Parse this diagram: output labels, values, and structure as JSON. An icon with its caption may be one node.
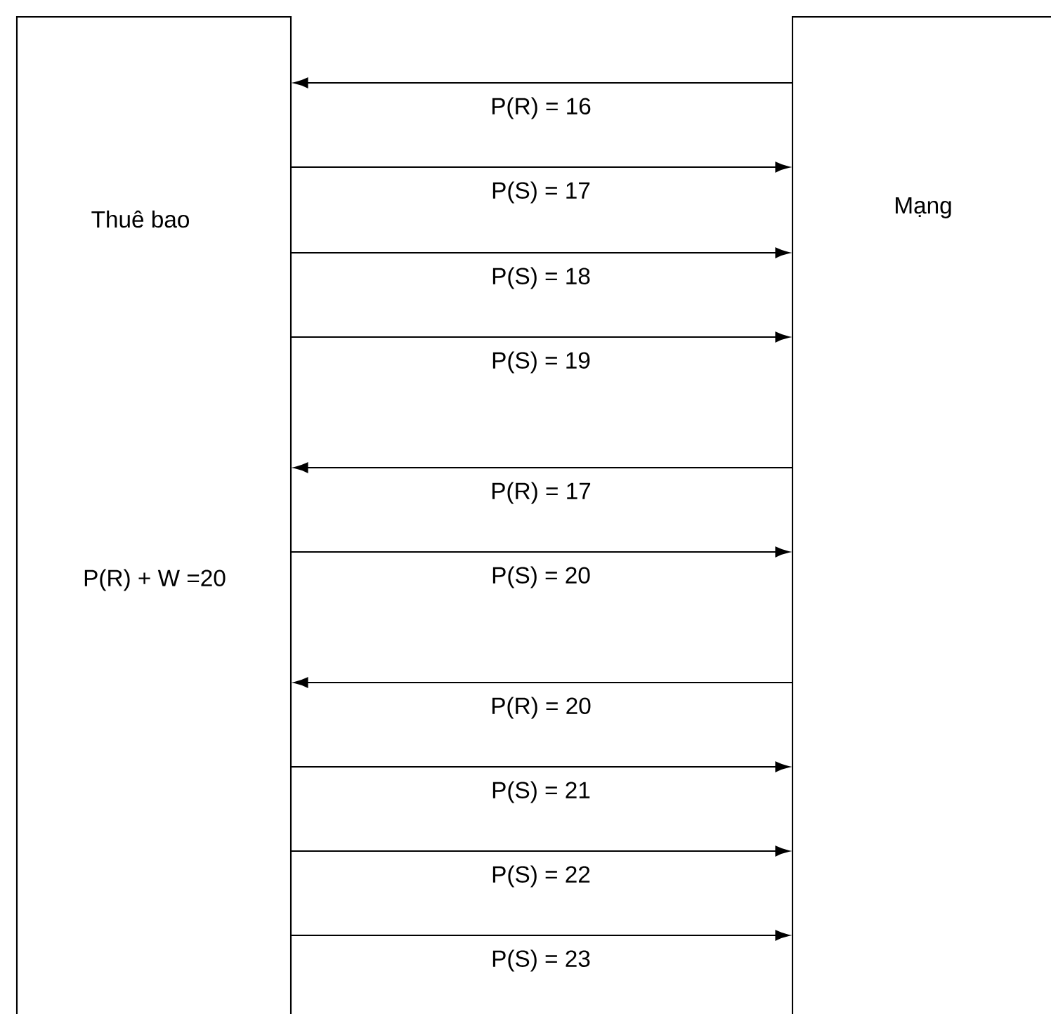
{
  "diagram": {
    "nodes": [
      {
        "text": [
          "Thuê bao",
          "P(R) + W =20"
        ]
      },
      {
        "text": [
          "Mạng"
        ]
      }
    ],
    "edges": [
      {
        "from": 1,
        "to": 0,
        "arrow": "to",
        "label": "P(R) = 16"
      },
      {
        "from": 0,
        "to": 1,
        "arrow": "to",
        "label": "P(S) = 17"
      },
      {
        "from": 0,
        "to": 1,
        "arrow": "to",
        "label": "P(S) = 18"
      },
      {
        "from": 0,
        "to": 1,
        "arrow": "to",
        "label": "P(S) = 19"
      },
      {
        "from": 1,
        "to": 0,
        "arrow": "to",
        "label": "P(R) = 17"
      },
      {
        "from": 0,
        "to": 1,
        "arrow": "to",
        "label": "P(S) = 20"
      },
      {
        "from": 1,
        "to": 0,
        "arrow": "to",
        "label": "P(R) = 20"
      },
      {
        "from": 0,
        "to": 1,
        "arrow": "to",
        "label": "P(S) = 21"
      },
      {
        "from": 0,
        "to": 1,
        "arrow": "to",
        "label": "P(S) = 22"
      },
      {
        "from": 0,
        "to": 1,
        "arrow": "to",
        "label": "P(S) = 23"
      }
    ]
  }
}
